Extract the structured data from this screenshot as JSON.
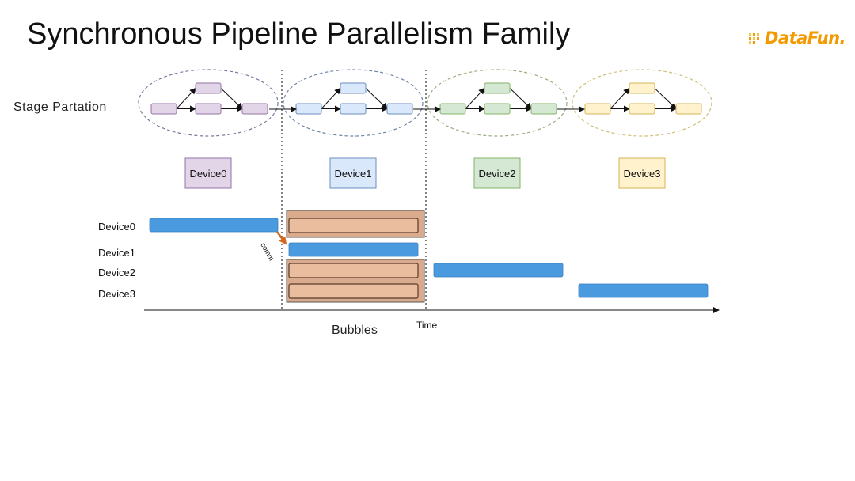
{
  "slide": {
    "title": "Synchronous Pipeline Parallelism Family"
  },
  "logo": {
    "text": "DataFun."
  },
  "stage_partition": {
    "label": "Stage Partation"
  },
  "devices": [
    {
      "label": "Device0",
      "fill": "#e1d5e7",
      "stroke": "#9673a6",
      "ellipse_color": "#7a7aa0"
    },
    {
      "label": "Device1",
      "fill": "#dae8fc",
      "stroke": "#6c8ebf",
      "ellipse_color": "#6f86a8"
    },
    {
      "label": "Device2",
      "fill": "#d5e8d4",
      "stroke": "#82b366",
      "ellipse_color": "#9aae82"
    },
    {
      "label": "Device3",
      "fill": "#fff2cc",
      "stroke": "#d6b656",
      "ellipse_color": "#cfc07a"
    }
  ],
  "timeline": {
    "row_labels": [
      "Device0",
      "Device1",
      "Device2",
      "Device3"
    ],
    "comm_label": "comm",
    "bubbles_label": "Bubbles",
    "time_label": "Time"
  },
  "colors": {
    "compute_bar": "#4a9ae0",
    "bubble_fill": "#e8b99b",
    "bubble_stroke": "#5a3a2a",
    "bubble_box_fill": "#d5a988",
    "comm_arrow": "#d2691e"
  }
}
